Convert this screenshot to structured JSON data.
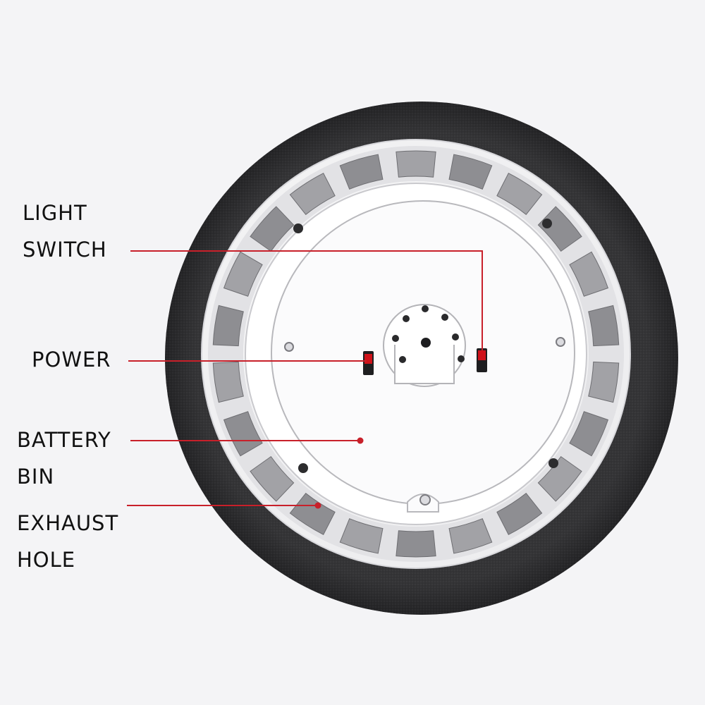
{
  "labels": {
    "light_switch": [
      "LIGHT",
      "SWITCH"
    ],
    "power": [
      "POWER"
    ],
    "battery_bin": [
      "BATTERY",
      "BIN"
    ],
    "exhaust_hole": [
      "EXHAUST",
      "HOLE"
    ]
  },
  "colors": {
    "background": "#f4f4f6",
    "foam_ring": "#2a2a2c",
    "shell": "#ffffff",
    "vent": "#8e8e92",
    "leader_line": "#c8202a",
    "switch_red": "#d0121a",
    "text": "#111111"
  }
}
